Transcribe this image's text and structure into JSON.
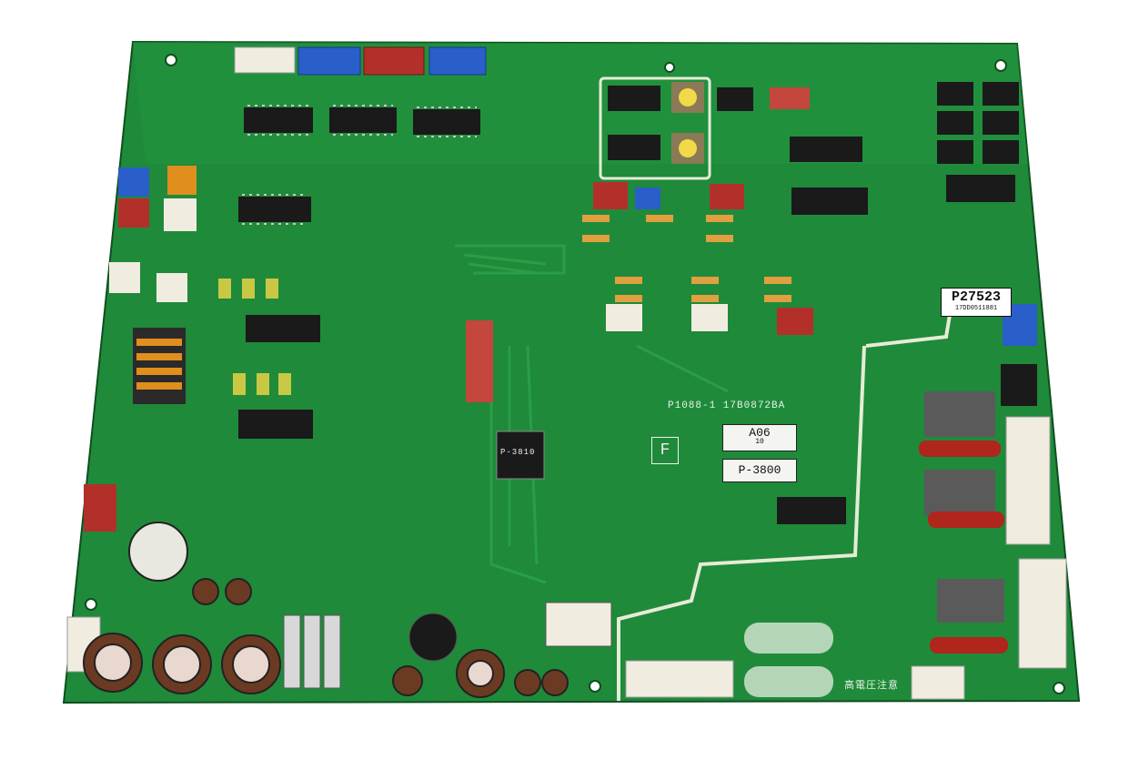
{
  "photo": {
    "subject": "Printed circuit board",
    "labels": {
      "part_number_sticker": "P27523",
      "part_number_sticker_sub": "17DD0511881",
      "silk_board_code": "P1088-1   17B0872BA",
      "label_a": "A06",
      "label_a_sub": "10",
      "label_b": "P-3800",
      "silk_letter": "F",
      "chip_marking": "P-3810",
      "silk_warning": "高電圧注意"
    }
  },
  "colors": {
    "board": "#1f8a3a",
    "board_dark": "#15682a",
    "trace": "#2da44a",
    "chip": "#1a1a1a",
    "connector_white": "#f1ece0",
    "connector_blue": "#2a5ec8",
    "connector_red": "#b3302a",
    "cap_brown": "#6b3a22",
    "relay_red": "#b0251c"
  }
}
